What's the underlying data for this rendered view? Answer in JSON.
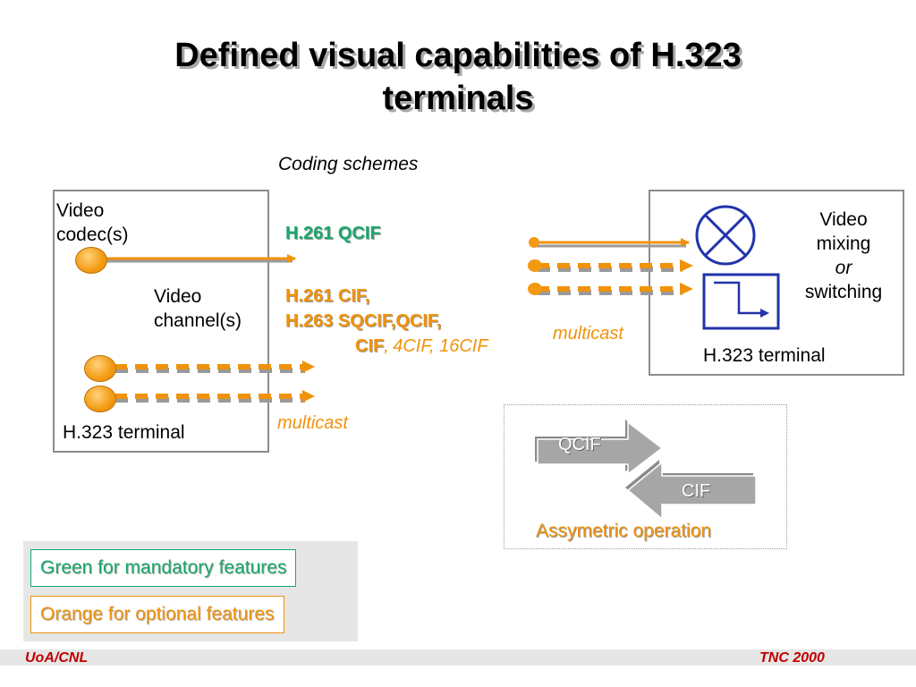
{
  "title": {
    "line1": "Defined visual capabilities of H.323",
    "line2": "terminals"
  },
  "coding_schemes_label": "Coding schemes",
  "left_terminal": {
    "codec_label_line1": "Video",
    "codec_label_line2": "codec(s)",
    "channel_label_line1": "Video",
    "channel_label_line2": "channel(s)",
    "terminal_label": "H.323 terminal"
  },
  "schemes": {
    "mandatory": "H.261 QCIF",
    "optional_line1": "H.261 CIF,",
    "optional_line2": "H.263 SQCIF,QCIF,",
    "optional_line3_bold": "CIF",
    "optional_line3_sep": ",",
    "optional_line3_italic": "4CIF, 16CIF"
  },
  "multicast_left": "multicast",
  "multicast_right": "multicast",
  "right_terminal": {
    "mixing_line1": "Video",
    "mixing_line2": "mixing",
    "mixing_line3": "or",
    "mixing_line4": "switching",
    "terminal_label": "H.323 terminal"
  },
  "asymmetric": {
    "qcif_label": "QCIF",
    "cif_label": "CIF",
    "caption": "Assymetric operation"
  },
  "legend": {
    "green": "Green for mandatory features",
    "orange": "Orange for optional features",
    "green_color": "#1aa86b",
    "orange_color": "#f0920a"
  },
  "footer": {
    "left": "UoA/CNL",
    "right": "TNC 2000"
  }
}
